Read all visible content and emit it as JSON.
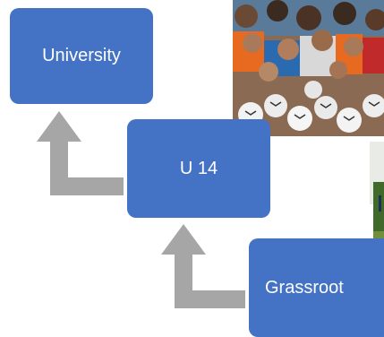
{
  "diagram": {
    "levels": [
      {
        "id": "university",
        "label": "University"
      },
      {
        "id": "u14",
        "label": "U 14"
      },
      {
        "id": "grassroot",
        "label": "Grassroot"
      }
    ],
    "colors": {
      "box_fill": "#4472c4",
      "box_text": "#ffffff",
      "arrow": "#a6a6a6"
    },
    "photos": [
      {
        "name": "children-with-footballs-photo"
      },
      {
        "name": "football-field-photo"
      }
    ]
  }
}
